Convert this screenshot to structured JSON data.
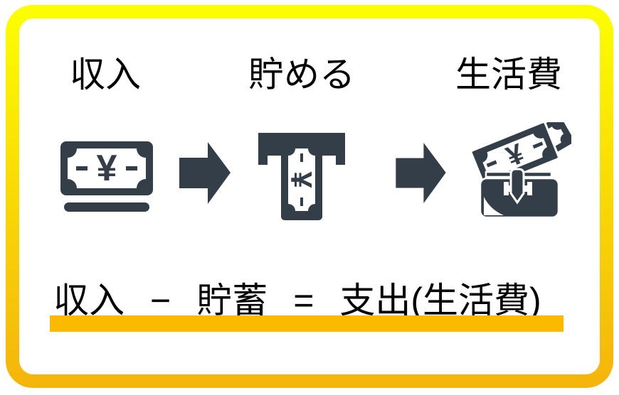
{
  "colors": {
    "icon_ink": "#333e48",
    "text": "#000000",
    "border_gradient_top": "#fcff00",
    "border_gradient_bottom": "#f5b40b",
    "underline": "#fbba00",
    "card_background": "#ffffff"
  },
  "flow": {
    "steps": [
      {
        "label": "収入",
        "icon": "yen-banknote-icon"
      },
      {
        "label": "貯める",
        "icon": "atm-deposit-icon"
      },
      {
        "label": "生活費",
        "icon": "wallet-banknotes-icon"
      }
    ],
    "connector_icon": "arrow-right-icon",
    "currency_symbol": "¥"
  },
  "formula": {
    "lhs": "収入",
    "operator_minus": "−",
    "middle": "貯蓄",
    "operator_equals": "=",
    "rhs": "支出(生活費)"
  }
}
